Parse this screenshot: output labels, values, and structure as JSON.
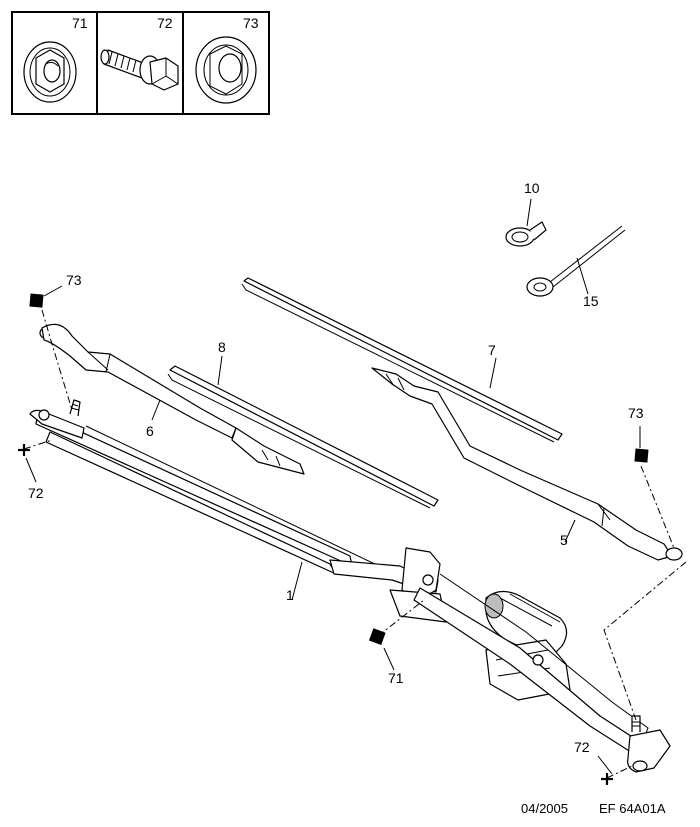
{
  "inset": {
    "cells": [
      {
        "number": "71"
      },
      {
        "number": "72"
      },
      {
        "number": "73"
      }
    ]
  },
  "callouts": {
    "c1": "1",
    "c5": "5",
    "c6": "6",
    "c7": "7",
    "c8": "8",
    "c10": "10",
    "c15": "15",
    "c71": "71",
    "c72_left": "72",
    "c72_right": "72",
    "c73_left": "73",
    "c73_right": "73"
  },
  "footer": {
    "date": "04/2005",
    "reference": "EF 64A01A"
  }
}
